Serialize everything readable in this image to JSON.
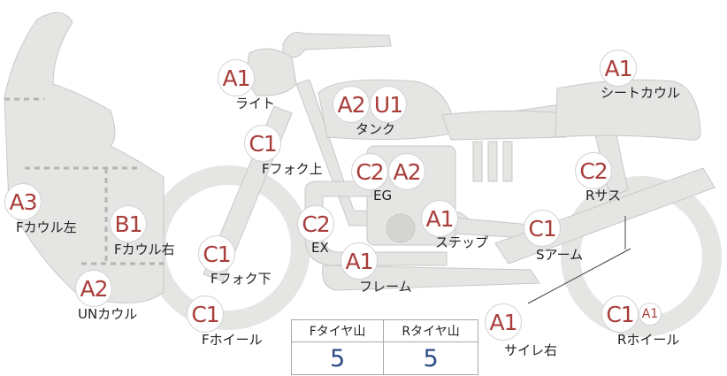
{
  "colors": {
    "part_fill": "#e5e5e3",
    "part_stroke": "#c8c8c6",
    "grade_text": "#a83d3a",
    "label_text": "#222222",
    "tyre_value_text": "#2d4d86"
  },
  "parts": [
    {
      "id": "light",
      "grades": [
        "A1"
      ],
      "label": "ライト"
    },
    {
      "id": "tank",
      "grades": [
        "A2",
        "U1"
      ],
      "label": "タンク"
    },
    {
      "id": "seat-cowl",
      "grades": [
        "A1"
      ],
      "label": "シートカウル"
    },
    {
      "id": "front-fork-upper",
      "grades": [
        "C1"
      ],
      "label": "Fフォク上"
    },
    {
      "id": "engine",
      "grades": [
        "C2",
        "A2"
      ],
      "label": "EG"
    },
    {
      "id": "rear-suspension",
      "grades": [
        "C2"
      ],
      "label": "Rサス"
    },
    {
      "id": "front-cowl-left",
      "grades": [
        "A3"
      ],
      "label": "Fカウル左"
    },
    {
      "id": "front-cowl-right",
      "grades": [
        "B1"
      ],
      "label": "Fカウル右"
    },
    {
      "id": "exhaust",
      "grades": [
        "C2"
      ],
      "label": "EX"
    },
    {
      "id": "step",
      "grades": [
        "A1"
      ],
      "label": "ステップ"
    },
    {
      "id": "swing-arm",
      "grades": [
        "C1"
      ],
      "label": "Sアーム"
    },
    {
      "id": "front-fork-lower",
      "grades": [
        "C1"
      ],
      "label": "Fフォク下"
    },
    {
      "id": "frame",
      "grades": [
        "A1"
      ],
      "label": "フレーム"
    },
    {
      "id": "under-cowl",
      "grades": [
        "A2"
      ],
      "label": "UNカウル"
    },
    {
      "id": "front-wheel",
      "grades": [
        "C1"
      ],
      "label": "Fホイール"
    },
    {
      "id": "silencer-right",
      "grades": [
        "A1"
      ],
      "label": "サイレ右"
    },
    {
      "id": "rear-wheel",
      "grades": [
        "C1",
        "A1"
      ],
      "label": "Rホイール"
    }
  ],
  "tyre_table": {
    "headers": [
      "Fタイヤ山",
      "Rタイヤ山"
    ],
    "values": [
      "5",
      "5"
    ]
  }
}
